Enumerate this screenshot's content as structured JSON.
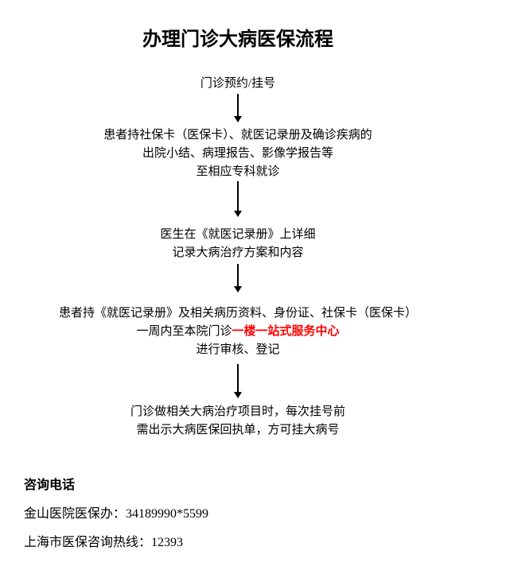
{
  "page": {
    "title": "办理门诊大病医保流程",
    "background_color": "#ffffff",
    "text_color": "#000000",
    "highlight_color": "#ff0000"
  },
  "flow": {
    "arrow_icon": "down-arrow",
    "steps": [
      {
        "lines": [
          "门诊预约/挂号"
        ]
      },
      {
        "lines": [
          "患者持社保卡（医保卡）、就医记录册及确诊疾病的",
          "出院小结、病理报告、影像学报告等",
          "至相应专科就诊"
        ]
      },
      {
        "lines": [
          "医生在《就医记录册》上详细",
          "记录大病治疗方案和内容"
        ]
      },
      {
        "lines": [
          "患者持《就医记录册》及相关病历资料、身份证、社保卡（医保卡）"
        ],
        "line2_prefix": "一周内至本院门诊",
        "line2_highlight": "一楼一站式服务中心",
        "line3": "进行审核、登记"
      },
      {
        "lines": [
          "门诊做相关大病治疗项目时，每次挂号前",
          "需出示大病医保回执单，方可挂大病号"
        ]
      }
    ]
  },
  "contact": {
    "heading": "咨询电话",
    "items": [
      {
        "label": "金山医院医保办：",
        "value": "34189990*5599"
      },
      {
        "label": "上海市医保咨询热线：",
        "value": "12393"
      }
    ]
  }
}
